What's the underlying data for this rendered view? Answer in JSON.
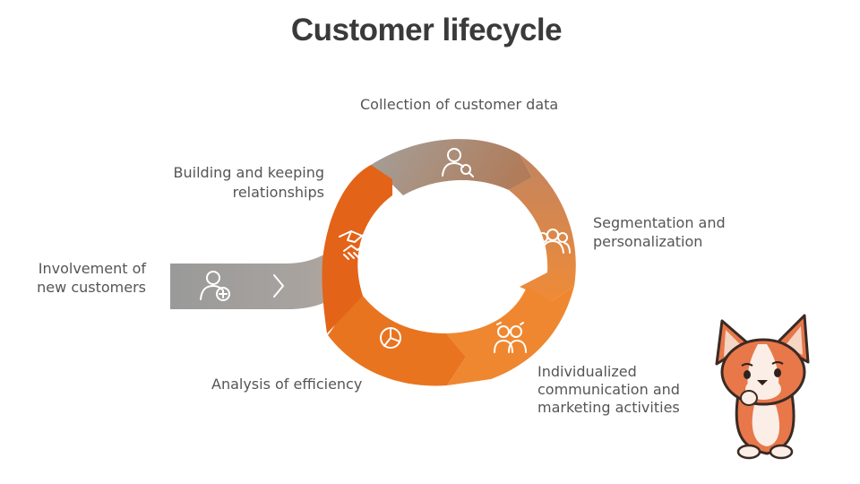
{
  "title": "Customer lifecycle",
  "stages": [
    {
      "lines": [
        "Collection of customer data"
      ],
      "icon": "user-search-icon",
      "color": "#a98a72"
    },
    {
      "lines": [
        "Segmentation and",
        "personalization"
      ],
      "icon": "group-icon",
      "color": "#e5823f"
    },
    {
      "lines": [
        "Individualized",
        "communication and",
        "marketing activities"
      ],
      "icon": "people-chat-icon",
      "color": "#ec7b2a"
    },
    {
      "lines": [
        "Analysis of efficiency"
      ],
      "icon": "pie-chart-icon",
      "color": "#e8711c"
    },
    {
      "lines": [
        "Building and keeping",
        "relationships"
      ],
      "icon": "handshake-icon",
      "color": "#e2651c"
    },
    {
      "lines": [
        "Involvement of",
        "new customers"
      ],
      "icon": "add-user-icon",
      "color": "#9a9a9a"
    }
  ],
  "mascot": {
    "icon": "corgi-mascot-icon"
  },
  "colors": {
    "title": "#3a3a3a",
    "label": "#555555",
    "gray": "#9a9a9a",
    "brown": "#a98a72",
    "orange": "#e8711c",
    "orange_dark": "#e2651c"
  }
}
